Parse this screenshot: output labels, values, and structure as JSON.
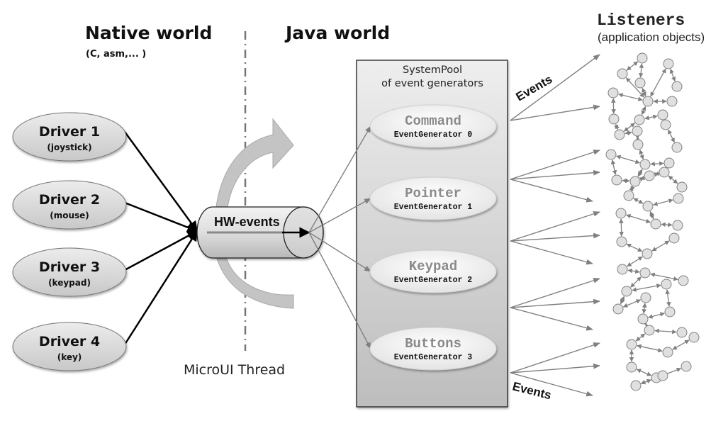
{
  "headings": {
    "native_world": "Native world",
    "native_world_sub": "(C, asm,... )",
    "java_world": "Java world",
    "listeners": "Listeners",
    "listeners_sub": "(application objects)"
  },
  "drivers": [
    {
      "name": "Driver 1",
      "device": "(joystick)"
    },
    {
      "name": "Driver 2",
      "device": "(mouse)"
    },
    {
      "name": "Driver 3",
      "device": "(keypad)"
    },
    {
      "name": "Driver 4",
      "device": "(key)"
    }
  ],
  "queue": {
    "label": "HW-events",
    "thread_label": "MicroUI Thread"
  },
  "system_pool": {
    "title_line1": "SystemPool",
    "title_line2": "of event generators",
    "generators": [
      {
        "name": "Command",
        "id": "EventGenerator 0"
      },
      {
        "name": "Pointer",
        "id": "EventGenerator 1"
      },
      {
        "name": "Keypad",
        "id": "EventGenerator 2"
      },
      {
        "name": "Buttons",
        "id": "EventGenerator 3"
      }
    ]
  },
  "events_labels": {
    "top": "Events",
    "bottom": "Events"
  },
  "colors": {
    "ellipse_fill": "#dcdcdc",
    "pool_fill": "#d4d4d4",
    "generator_fill": "#f0f0f0",
    "arrow_gray": "#808080",
    "arrow_black": "#000000",
    "node_fill": "#e0e0e0",
    "node_stroke": "#808080"
  }
}
